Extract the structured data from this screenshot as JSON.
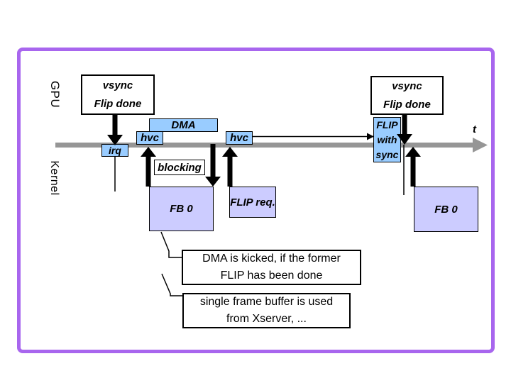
{
  "slide": {
    "lane_labels": {
      "gpu": "GPU",
      "kernel": "Kernel"
    },
    "timeline": {
      "t_label": "t",
      "color": "#969696"
    },
    "events": {
      "vsync_left": "vsync\nFlip done",
      "vsync_right": "vsync\nFlip done"
    },
    "boxes": {
      "dma": "DMA",
      "hvc_first": "hvc",
      "hvc_second": "hvc",
      "irq": "irq",
      "flip_with_sync": "FLIP\nwith\nsync",
      "blocking": "blocking",
      "fb0_left": "FB 0",
      "flip_req": "FLIP req.",
      "fb0_right": "FB 0"
    },
    "notes": {
      "note1": "DMA is kicked, if the former\nFLIP has been done",
      "note2": "single frame buffer is used\nfrom Xserver, ..."
    },
    "colors": {
      "accent_blue": "#99CCFF",
      "buffer_lavender": "#CCCCFF",
      "frame_purple": "#A866EE",
      "timeline_gray": "#969696",
      "arrow_black": "#000000"
    }
  }
}
